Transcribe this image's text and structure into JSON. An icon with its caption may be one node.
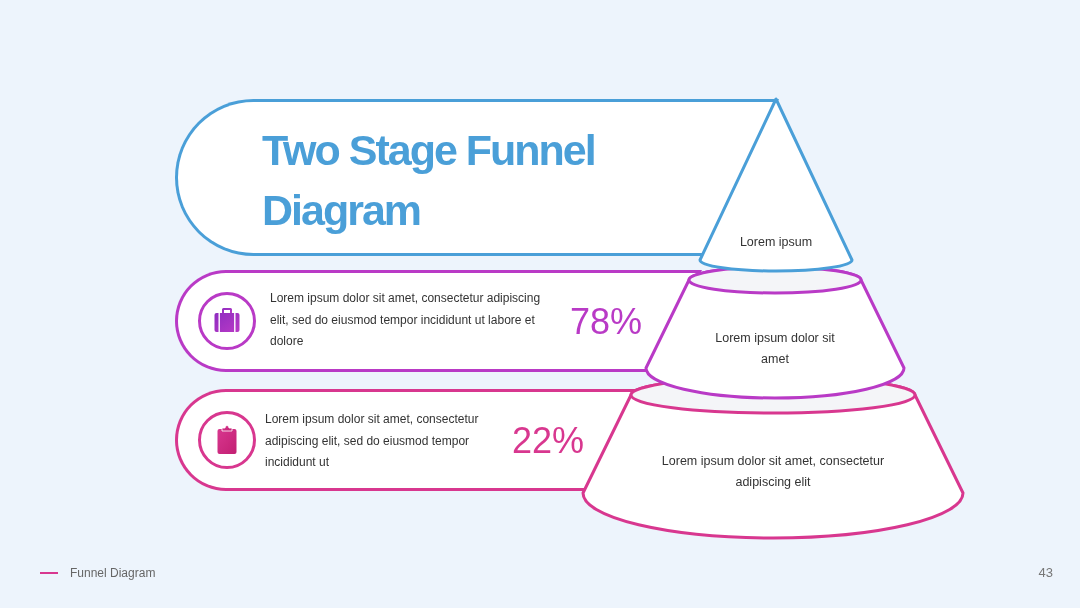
{
  "diagram": {
    "title": "Two Stage Funnel Diagram",
    "nodes": [
      {
        "text": [
          "Lorem ipsum dolor sit amet, consectetur adipiscing elit, sed do eiusmod tempor incididunt ut labore et dolore",
          "78%"
        ]
      },
      {
        "text": [
          "Lorem ipsum dolor sit amet, consectetur adipiscing elit, sed do eiusmod tempor incididunt ut",
          "22%"
        ]
      },
      {
        "text": [
          "Lorem ipsum"
        ]
      },
      {
        "text": [
          "Lorem ipsum dolor sit amet"
        ]
      },
      {
        "text": [
          "Lorem ipsum dolor sit amet, consectetur adipiscing elit"
        ]
      }
    ],
    "labels": [
      "Funnel Diagram",
      "43"
    ]
  }
}
